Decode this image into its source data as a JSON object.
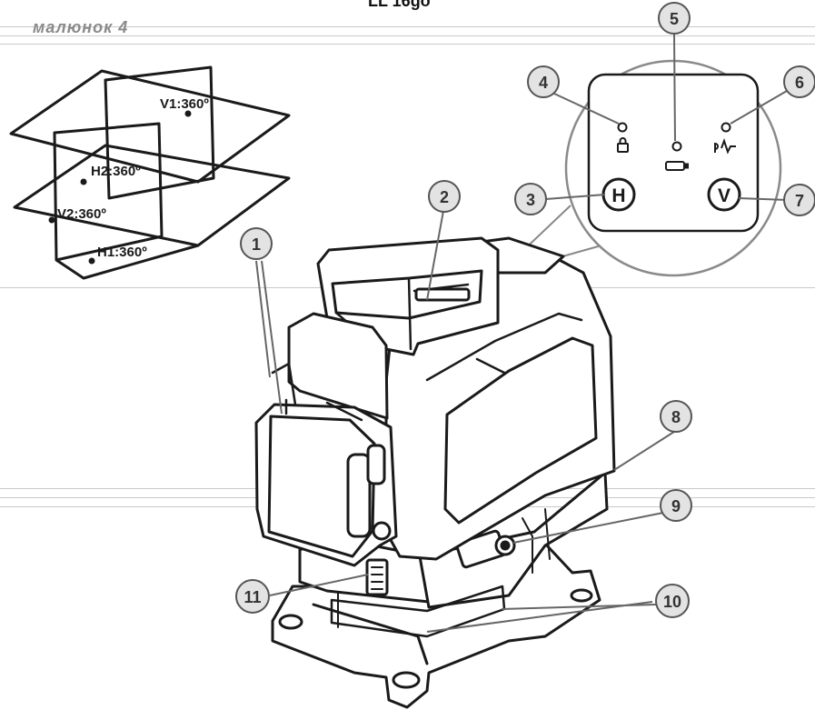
{
  "header": {
    "title": "LL 16go",
    "figure_caption": "малюнок 4"
  },
  "planes": {
    "v1": "V1:360º",
    "h2": "H2:360º",
    "v2": "V2:360º",
    "h1": "H1:360º"
  },
  "callouts": [
    "1",
    "2",
    "3",
    "4",
    "5",
    "6",
    "7",
    "8",
    "9",
    "10",
    "11"
  ],
  "panel": {
    "h_button": "H",
    "v_button": "V"
  },
  "colors": {
    "line": "#1a1a1a",
    "callout_fill": "#e3e3e3",
    "callout_stroke": "#555555",
    "rule": "#c9c9c9"
  }
}
